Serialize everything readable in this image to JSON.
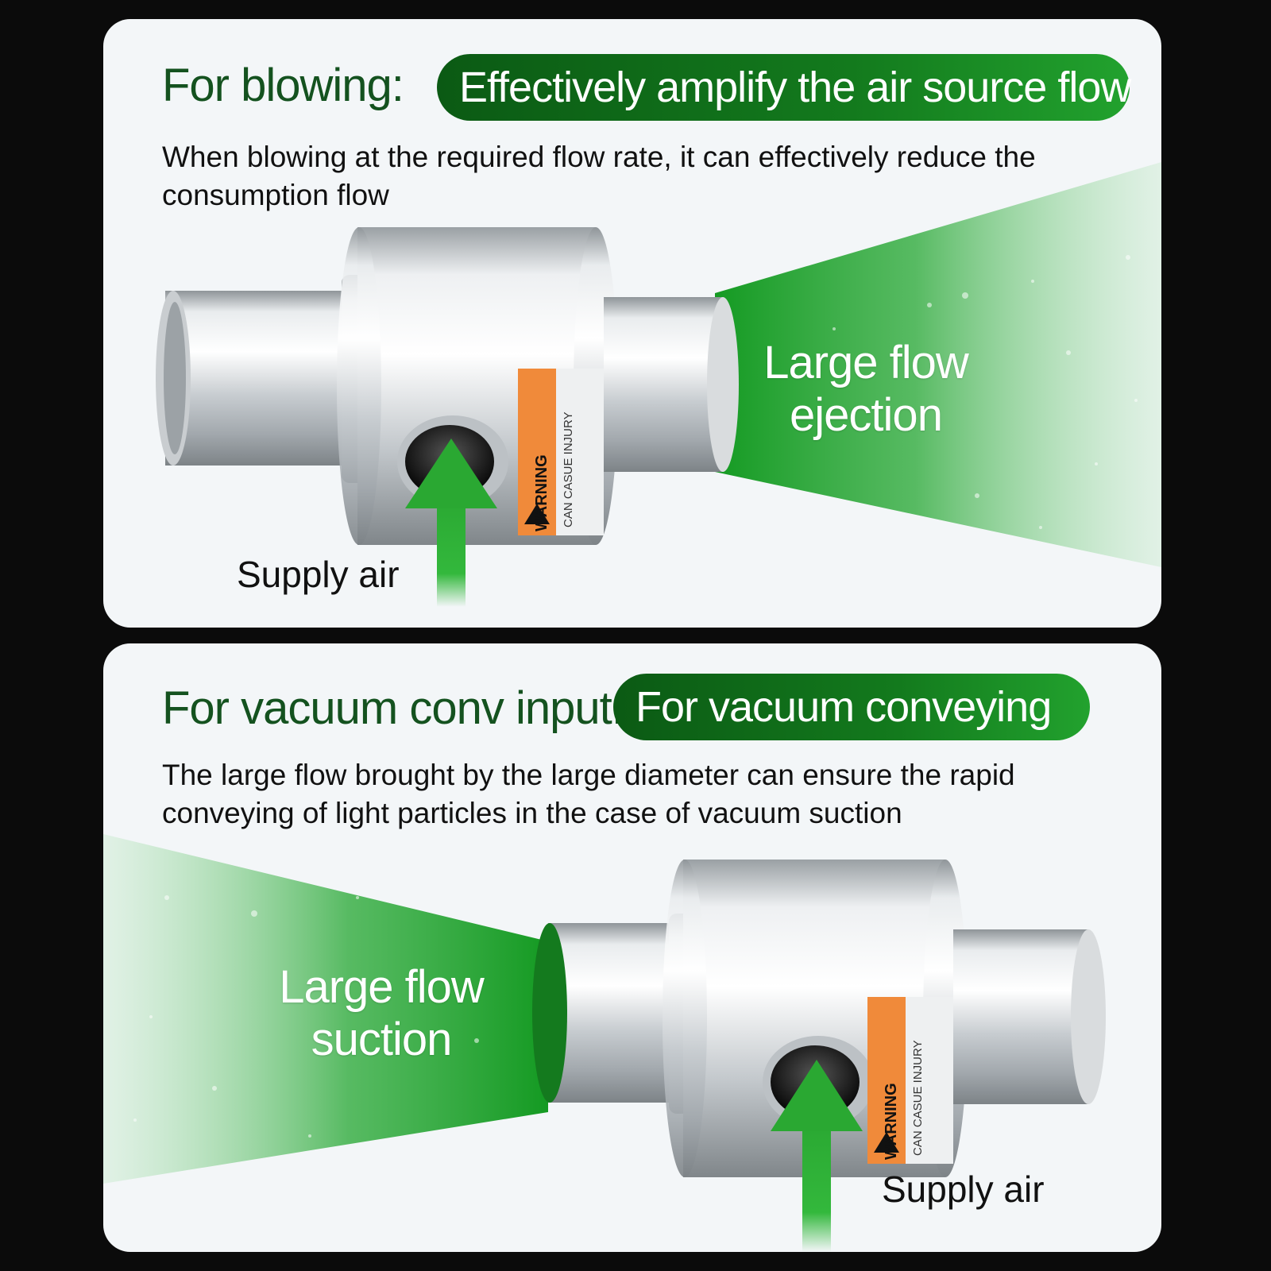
{
  "colors": {
    "background": "#0b0b0b",
    "card": "#f3f6f8",
    "heading": "#14521f",
    "pill": "#137a1d",
    "flow_green": "#1f9a2a",
    "warning_orange": "#f08a3a"
  },
  "blowing": {
    "heading": "For blowing:",
    "pill": "Effectively amplify the air source flow",
    "description": "When blowing at the required flow rate, it can effectively reduce the consumption flow",
    "flow_label_line1": "Large flow",
    "flow_label_line2": "ejection",
    "supply_label": "Supply air",
    "warning_label": "WARNING",
    "warning_sub": "CAN CASUE INJURY"
  },
  "vacuum": {
    "heading": "For vacuum conv input:",
    "pill": "For vacuum conveying",
    "description": "The large flow brought by the large diameter can ensure the rapid conveying of light particles in the case of vacuum suction",
    "flow_label_line1": "Large flow",
    "flow_label_line2": "suction",
    "supply_label": "Supply air",
    "warning_label": "WARNING",
    "warning_sub": "CAN CASUE INJURY"
  },
  "icons": [
    "supply-arrow-icon",
    "warning-triangle-icon"
  ]
}
